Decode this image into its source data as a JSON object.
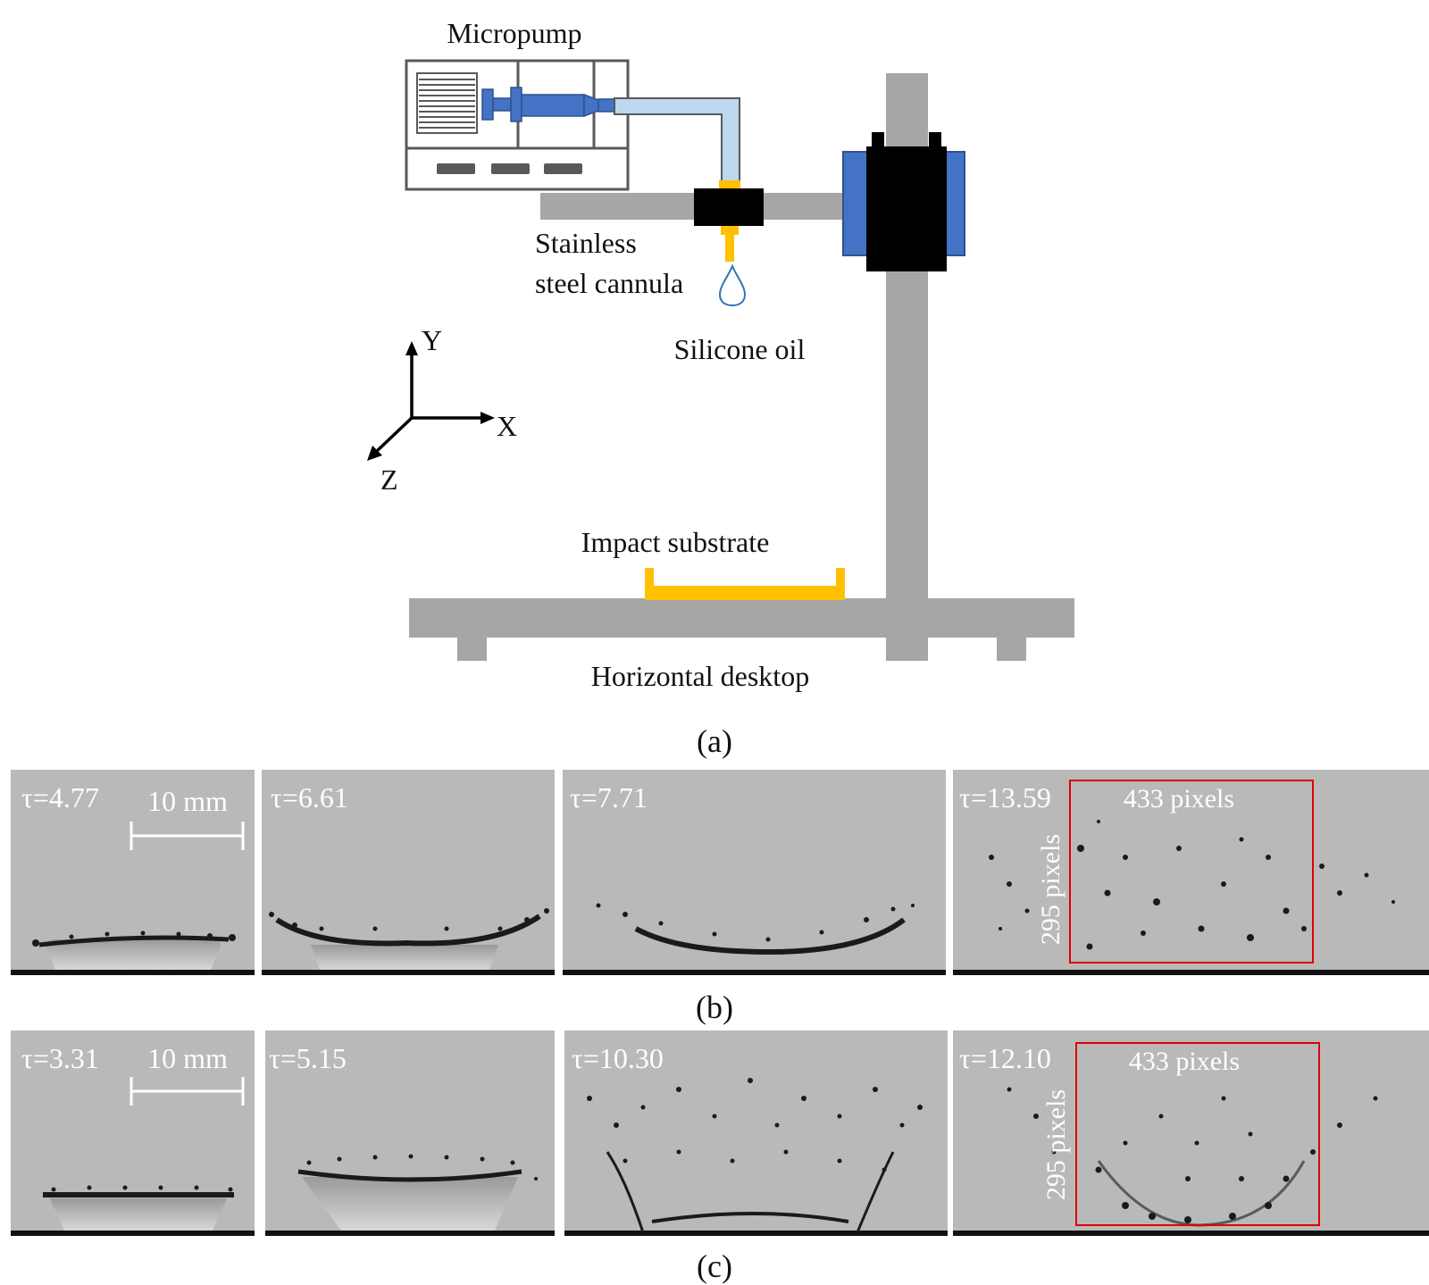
{
  "setup": {
    "micropump_label": "Micropump",
    "cannula_label_line1": "Stainless",
    "cannula_label_line2": "steel cannula",
    "oil_label": "Silicone oil",
    "substrate_label": "Impact substrate",
    "desktop_label": "Horizontal desktop",
    "axes": {
      "y": "Y",
      "x": "X",
      "z": "Z"
    },
    "caption": "(a)",
    "colors": {
      "stand": "#a6a6a6",
      "syringe": "#4472c4",
      "tube": "#bdd7ee",
      "brass": "#ffc000",
      "camera": "#000000",
      "drop_outline": "#2e75b6"
    }
  },
  "row_b": {
    "caption": "(b)",
    "panels": [
      {
        "tau": "τ=4.77",
        "scale": "10 mm"
      },
      {
        "tau": "τ=6.61"
      },
      {
        "tau": "τ=7.71"
      },
      {
        "tau": "τ=13.59",
        "box_width": "433 pixels",
        "box_height": "295 pixels"
      }
    ]
  },
  "row_c": {
    "caption": "(c)",
    "panels": [
      {
        "tau": "τ=3.31",
        "scale": "10 mm"
      },
      {
        "tau": "τ=5.15"
      },
      {
        "tau": "τ=10.30"
      },
      {
        "tau": "τ=12.10",
        "box_width": "433 pixels",
        "box_height": "295 pixels"
      }
    ]
  }
}
